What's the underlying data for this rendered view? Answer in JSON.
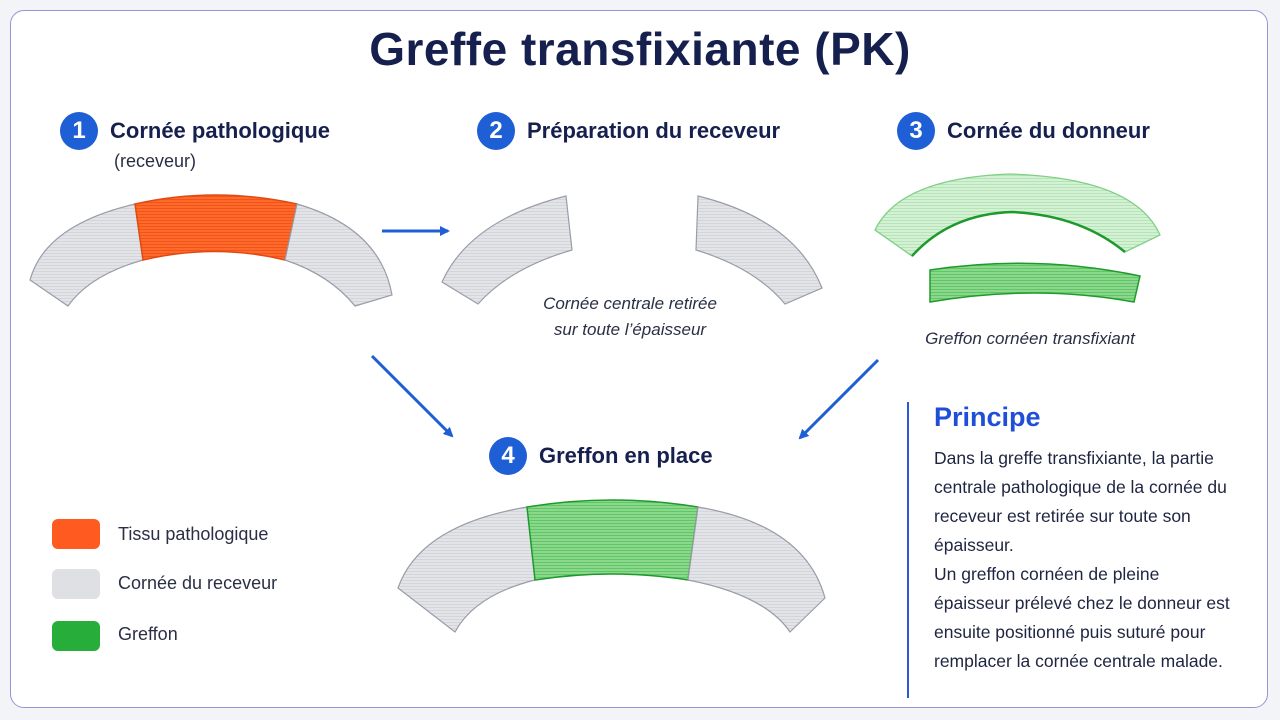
{
  "title": "Greffe transfixiante (PK)",
  "steps": [
    {
      "number": "1",
      "title": "Cornée pathologique",
      "subtitle": "(receveur)"
    },
    {
      "number": "2",
      "title": "Préparation du receveur",
      "caption_line1": "Cornée centrale retirée",
      "caption_line2": "sur toute l’épaisseur"
    },
    {
      "number": "3",
      "title": "Cornée du donneur",
      "caption": "Greffon cornéen transfixiant"
    },
    {
      "number": "4",
      "title": "Greffon en place"
    }
  ],
  "legend": [
    {
      "label": "Tissu pathologique",
      "color": "#ff5a1f"
    },
    {
      "label": "Cornée du receveur",
      "color": "#dfe0e4"
    },
    {
      "label": "Greffon",
      "color": "#27ae3a"
    }
  ],
  "principle": {
    "title": "Principe",
    "paragraph1": "Dans la greffe transfixiante, la partie centrale pathologique de la cornée du receveur est retirée sur toute son épaisseur.",
    "paragraph2": "Un greffon cornéen de pleine épaisseur prélevé chez le donneur est ensuite positionné puis suturé pour remplacer la cornée centrale malade."
  },
  "colors": {
    "title": "#16204e",
    "accent": "#1f5fd6",
    "pathological": "#ff5a1f",
    "recipient": "#dfe0e4",
    "graft": "#27ae3a",
    "graft_light": "#c9eec9"
  }
}
